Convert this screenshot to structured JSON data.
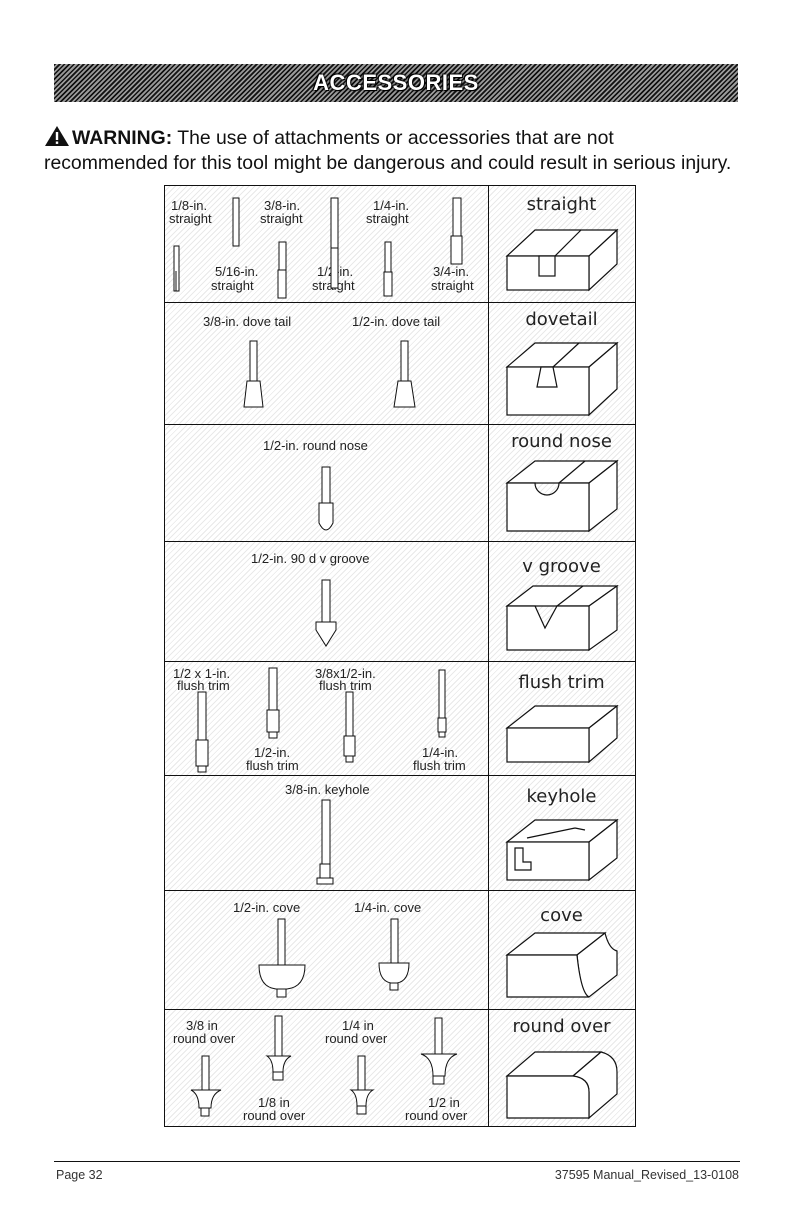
{
  "banner": {
    "title": "ACCESSORIES"
  },
  "warning": {
    "label": "WARNING:",
    "line1": "The use of attachments or accessories that are not",
    "line2": "recommended for this tool might be dangerous and could result in serious injury."
  },
  "rows": [
    {
      "category": "straight",
      "bits": [
        "1/8-in.",
        "straight",
        "3/8-in.",
        "straight",
        "1/4-in.",
        "straight",
        "5/16-in.",
        "straight",
        "1/2-in.",
        "straight",
        "3/4-in.",
        "straight"
      ]
    },
    {
      "category": "dovetail",
      "bits": [
        "3/8-in. dove tail",
        "1/2-in. dove tail"
      ]
    },
    {
      "category": "round nose",
      "bits": [
        "1/2-in. round nose"
      ]
    },
    {
      "category": "v groove",
      "bits": [
        "1/2-in. 90 d v groove"
      ]
    },
    {
      "category": "flush trim",
      "bits": [
        "1/2 x 1-in.",
        "flush trim",
        "3/8x1/2-in.",
        "flush trim",
        "1/2-in.",
        "flush trim",
        "1/4-in.",
        "flush trim"
      ]
    },
    {
      "category": "keyhole",
      "bits": [
        "3/8-in. keyhole"
      ]
    },
    {
      "category": "cove",
      "bits": [
        "1/2-in. cove",
        "1/4-in. cove"
      ]
    },
    {
      "category": "round over",
      "bits": [
        "3/8 in",
        "round over",
        "1/4 in",
        "round over",
        "1/8 in",
        "round over",
        "1/2 in",
        "round over"
      ]
    }
  ],
  "footer": {
    "page": "Page 32",
    "doc_id": "37595 Manual_Revised_13-0108"
  }
}
